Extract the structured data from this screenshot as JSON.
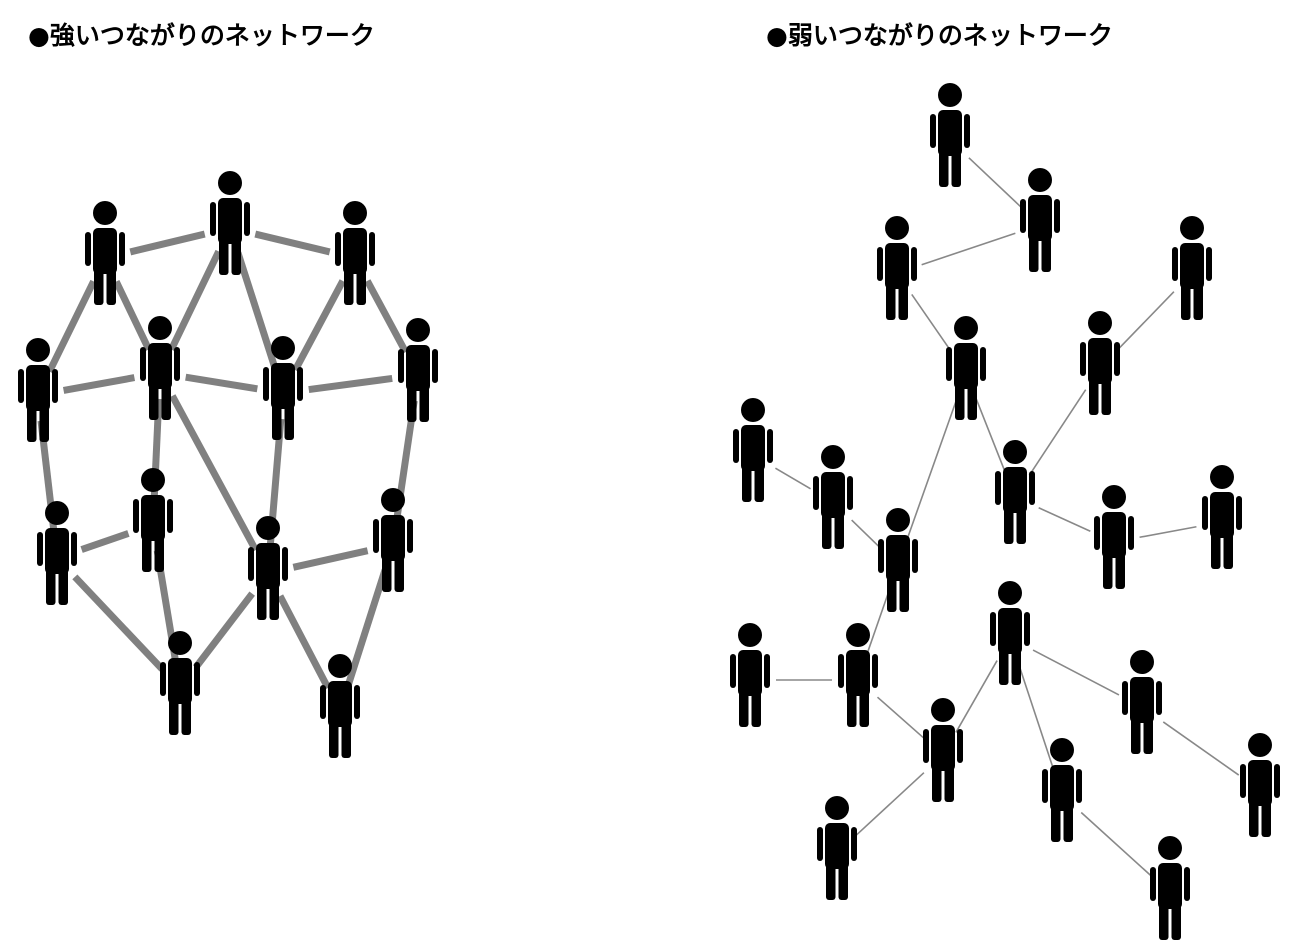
{
  "strong_network": {
    "title": "●強いつながりのネットワーク",
    "edge_color": "#808080",
    "edges": [
      [
        0,
        1
      ],
      [
        1,
        2
      ],
      [
        0,
        3
      ],
      [
        0,
        4
      ],
      [
        1,
        4
      ],
      [
        1,
        5
      ],
      [
        2,
        5
      ],
      [
        2,
        6
      ],
      [
        3,
        4
      ],
      [
        4,
        5
      ],
      [
        5,
        6
      ],
      [
        3,
        7
      ],
      [
        4,
        8
      ],
      [
        4,
        9
      ],
      [
        5,
        9
      ],
      [
        6,
        10
      ],
      [
        7,
        8
      ],
      [
        7,
        11
      ],
      [
        8,
        11
      ],
      [
        9,
        11
      ],
      [
        9,
        10
      ],
      [
        9,
        12
      ],
      [
        10,
        12
      ]
    ]
  },
  "weak_network": {
    "title": "●弱いつながりのネットワーク",
    "edge_color": "#888888",
    "edges": [
      [
        0,
        1
      ],
      [
        1,
        2
      ],
      [
        2,
        4
      ],
      [
        3,
        5
      ],
      [
        4,
        11
      ],
      [
        4,
        8
      ],
      [
        5,
        8
      ],
      [
        6,
        7
      ],
      [
        7,
        11
      ],
      [
        8,
        9
      ],
      [
        9,
        10
      ],
      [
        11,
        13
      ],
      [
        12,
        13
      ],
      [
        13,
        16
      ],
      [
        14,
        16
      ],
      [
        14,
        15
      ],
      [
        14,
        18
      ],
      [
        15,
        17
      ],
      [
        16,
        19
      ],
      [
        18,
        20
      ]
    ]
  }
}
